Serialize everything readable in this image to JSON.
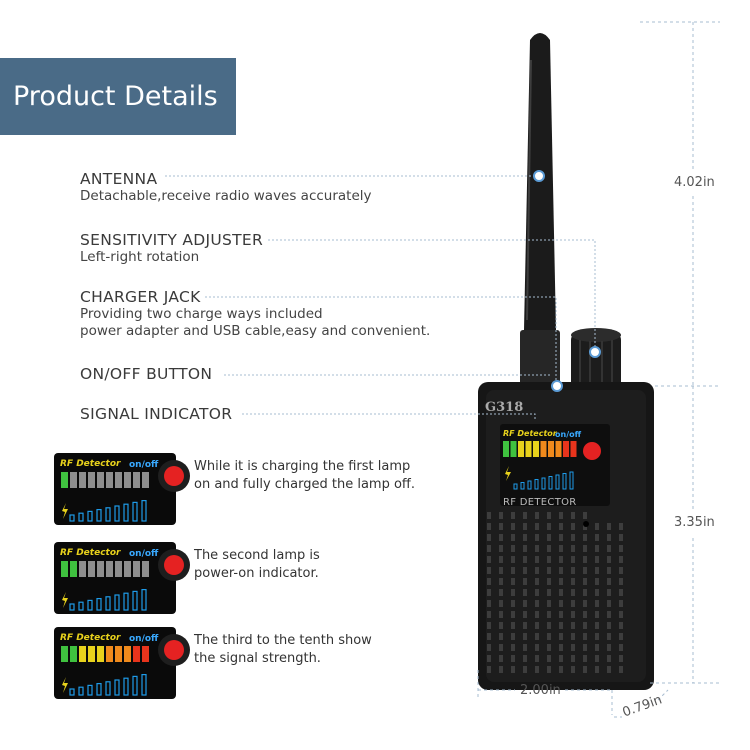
{
  "banner": {
    "title": "Product Details"
  },
  "features": [
    {
      "title": "ANTENNA",
      "desc": [
        "Detachable,receive radio waves accurately"
      ]
    },
    {
      "title": "SENSITIVITY ADJUSTER",
      "desc": [
        "Left-right rotation"
      ]
    },
    {
      "title": "CHARGER JACK",
      "desc": [
        "Providing two charge ways included",
        "power adapter and USB cable,easy and convenient."
      ]
    },
    {
      "title": "ON/OFF BUTTON",
      "desc": []
    },
    {
      "title": "SIGNAL INDICATOR",
      "desc": []
    }
  ],
  "panel": {
    "brand": "RF Detector",
    "switch": "on/off",
    "model": "G318",
    "label": "RF DETECTOR"
  },
  "indicators": [
    {
      "lines": [
        "While it is charging the first lamp",
        "on and fully charged the lamp off."
      ],
      "lit_count": 1
    },
    {
      "lines": [
        "The second lamp is",
        "power-on indicator."
      ],
      "lit_count": 2
    },
    {
      "lines": [
        "The third to the tenth show",
        "the signal strength."
      ],
      "lit_count": 10
    }
  ],
  "dimensions": {
    "height_total": "4.02in",
    "height_body": "3.35in",
    "width": "2.00in",
    "depth": "0.79in"
  },
  "colors": {
    "banner": "#4a6b87",
    "lamp_green": "#3fc13f",
    "lamp_yellow": "#e8d21c",
    "lamp_orange": "#f08a1c",
    "lamp_red": "#e8341c",
    "lamp_off": "#8e8e8e",
    "button_red": "#e52222",
    "leader_line": "#a7bcd0"
  }
}
